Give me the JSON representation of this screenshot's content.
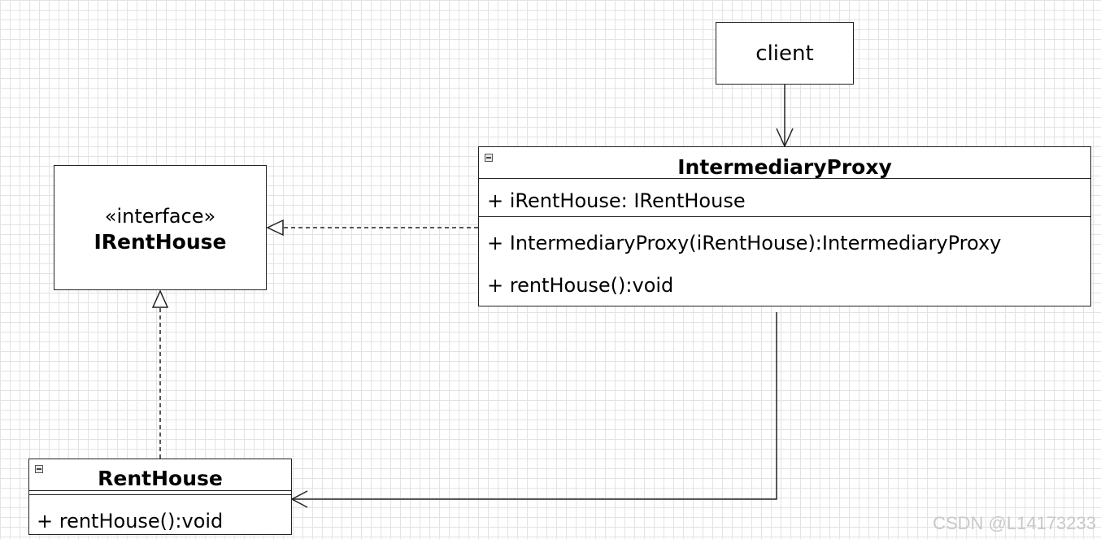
{
  "client": {
    "label": "client"
  },
  "irenthouse": {
    "stereotype": "«interface»",
    "name": "IRentHouse"
  },
  "proxy": {
    "name": "IntermediaryProxy",
    "attributes": [
      "+ iRentHouse: IRentHouse"
    ],
    "operations": [
      "+ IntermediaryProxy(iRentHouse):IntermediaryProxy",
      "+ rentHouse():void"
    ]
  },
  "renthouse": {
    "name": "RentHouse",
    "operations": [
      "+ rentHouse():void"
    ]
  },
  "watermark": "CSDN @L14173233",
  "colors": {
    "line": "#222222",
    "grid": "#e3e3e3",
    "background": "#ffffff"
  }
}
